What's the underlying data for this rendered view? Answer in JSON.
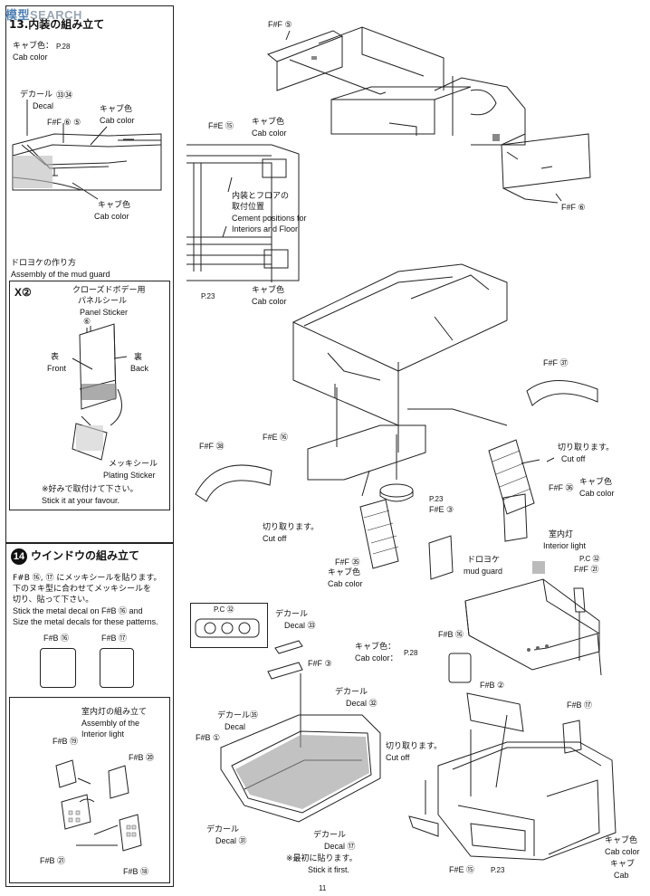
{
  "watermark": {
    "logo_part1": "模型",
    "logo_part2": "SEARCH"
  },
  "section13": {
    "title": "13.内装の組み立て",
    "cab_color_jp": "キャブ色：",
    "cab_color_en": "Cab color",
    "ref1": "P.28",
    "decal_jp": "デカール",
    "decal_num": "㉝㉞",
    "decal_en": "Decal",
    "part_ff": "F#F ⑥ ⑤",
    "cab_color2_jp": "キャブ色",
    "cab_color2_en": "Cab color",
    "cab_color3_jp": "キャブ色",
    "cab_color3_en": "Cab color"
  },
  "mudguard": {
    "title_jp": "ドロヨケの作り方",
    "title_en": "Assembly of the mud guard",
    "scissor": "X②",
    "sticker_jp1": "クローズドボデー用",
    "sticker_jp2": "パネルシール",
    "sticker_en": "Panel Sticker",
    "sticker_num": "⑥",
    "front_jp": "表",
    "front_en": "Front",
    "back_jp": "裏",
    "back_en": "Back",
    "plating_jp": "メッキシール",
    "plating_en": "Plating Sticker",
    "note_jp": "※好みで取付けて下さい。",
    "note_en": "Stick it at your favour."
  },
  "section14": {
    "num": "14",
    "title": "ウインドウの組み立て",
    "line1": "F#B ⑯, ⑰ にメッキシールを貼ります。",
    "line2": "下のヌキ型に合わせてメッキシールを",
    "line3": "切り、貼って下さい。",
    "line4": "Stick the metal decal on F#B ⑯ and",
    "line5": "Size the metal decals for these patterns.",
    "label_a": "F#B ⑯",
    "label_b": "F#B ⑰"
  },
  "interior_light_box": {
    "title_jp": "室内灯の組み立て",
    "title_en1": "Assembly of the",
    "title_en2": "Interior light",
    "p19": "F#B ⑲",
    "p20": "F#B ⑳",
    "p21": "F#B ㉑",
    "p18": "F#B ⑱"
  },
  "top_right": {
    "ff5": "F#F ⑤",
    "ff6": "F#F ⑥",
    "fe15": "F#E ⑮",
    "cab_jp": "キャブ色",
    "cab_en": "Cab color",
    "cement_jp1": "内装とフロアの",
    "cement_jp2": "取付位置",
    "cement_en1": "Cement positions for",
    "cement_en2": "Interiors and Floor",
    "ref23": "P.23",
    "cab2_jp": "キャブ色",
    "cab2_en": "Cab color"
  },
  "middle_right": {
    "ff37": "F#F ㊲",
    "ff38": "F#F ㊳",
    "fe16": "F#E ⑯",
    "cutoff_jp": "切り取ります。",
    "cutoff_en": "Cut off",
    "ff36": "F#F ㊱",
    "cab_jp": "キャブ色",
    "cab_en": "Cab color",
    "ref23": "P.23",
    "fe3": "F#E ③",
    "cutoff2_jp": "切り取ります。",
    "cutoff2_en": "Cut off",
    "ff35": "F#F ㉟",
    "cab2_jp": "キャブ色",
    "cab2_en": "Cab color",
    "mud_jp": "ドロヨケ",
    "mud_en": "mud guard"
  },
  "bottom_right": {
    "interior_jp": "室内灯",
    "interior_en": "Interior light",
    "pc32": "P.C ㉜",
    "ff21": "F#F ㉑",
    "pc32b": "P.C ㉜",
    "decal33_jp": "デカール",
    "decal33_en": "Decal ㉝",
    "ff3": "F#F ③",
    "cab_jp": "キャブ色：",
    "cab_en": "Cab color：",
    "ref28": "P.28",
    "fb16": "F#B ⑯",
    "fb2": "F#B ②",
    "fb17": "F#B ⑰",
    "decal32_jp": "デカール",
    "decal32_en": "Decal ㉜",
    "decal35_jp": "デカール㉟",
    "decal35_en": "Decal",
    "fb1": "F#B ①",
    "cutoff_jp": "切り取ります。",
    "cutoff_en": "Cut off",
    "decal31_jp": "デカール",
    "decal31_en": "Decal ㉛",
    "decal17_jp": "デカール",
    "decal17_en": "Decal ⑰",
    "first_jp": "※最初に貼ります。",
    "first_en": "Stick it first.",
    "fe15": "F#E ⑮",
    "ref23": "P.23",
    "cab2_jp": "キャブ色",
    "cab2_en": "Cab color",
    "cab3_jp": "キャブ",
    "cab3_en": "Cab"
  },
  "page_number": "11"
}
